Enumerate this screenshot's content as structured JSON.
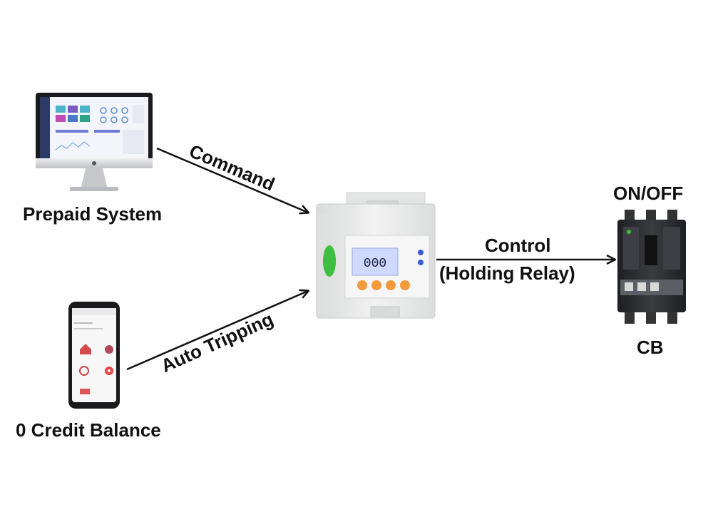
{
  "nodes": {
    "prepaid_system": {
      "label": "Prepaid System",
      "icon": "desktop-monitor-icon"
    },
    "credit_balance": {
      "label": "0 Credit Balance",
      "icon": "smartphone-icon"
    },
    "meter": {
      "icon": "din-rail-prepaid-meter-icon",
      "display": "000"
    },
    "breaker": {
      "state_label": "ON/OFF",
      "label": "CB",
      "icon": "circuit-breaker-icon"
    }
  },
  "edges": {
    "command": {
      "label": "Command"
    },
    "auto_tripping": {
      "label": "Auto Tripping"
    },
    "control": {
      "label": "Control",
      "sublabel": "(Holding Relay)"
    }
  },
  "colors": {
    "arrow": "#111111",
    "meter_body": "#e9ebea",
    "meter_green": "#3fbf3f",
    "meter_lcd": "#cfd8ff",
    "meter_buttons": "#f39a3c",
    "breaker_body": "#2a2b2e",
    "monitor_silver": "#d8d9dc",
    "screen_bg": "#f3f5fb"
  }
}
